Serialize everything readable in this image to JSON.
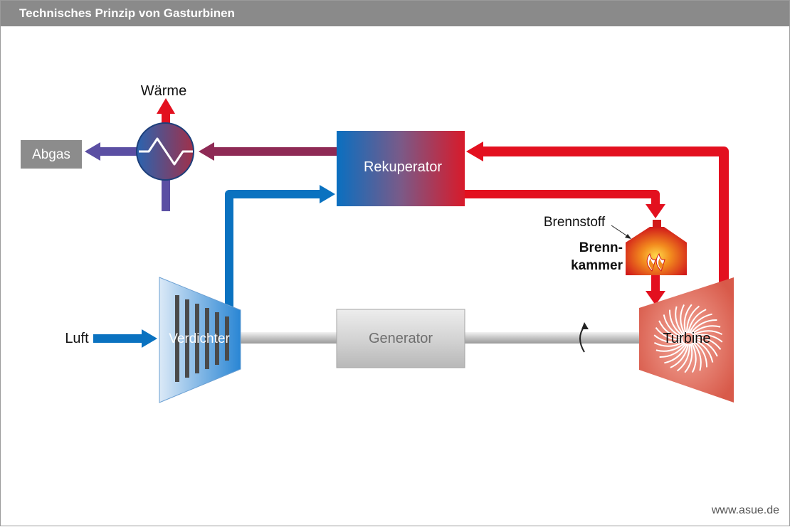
{
  "header": {
    "title": "Technisches Prinzip von Gasturbinen"
  },
  "labels": {
    "waerme": "Wärme",
    "abgas": "Abgas",
    "rekuperator": "Rekuperator",
    "brennstoff": "Brennstoff",
    "brennkammer_line1": "Brenn-",
    "brennkammer_line2": "kammer",
    "luft": "Luft",
    "verdichter": "Verdichter",
    "generator": "Generator",
    "turbine": "Turbine"
  },
  "footer": {
    "url": "www.asue.de"
  },
  "colors": {
    "hot": "#e3101f",
    "cold": "#0a72c0",
    "exhaust": "#8e2a55",
    "abgas": "#5b4fa3",
    "header": "#8a8a8a"
  }
}
